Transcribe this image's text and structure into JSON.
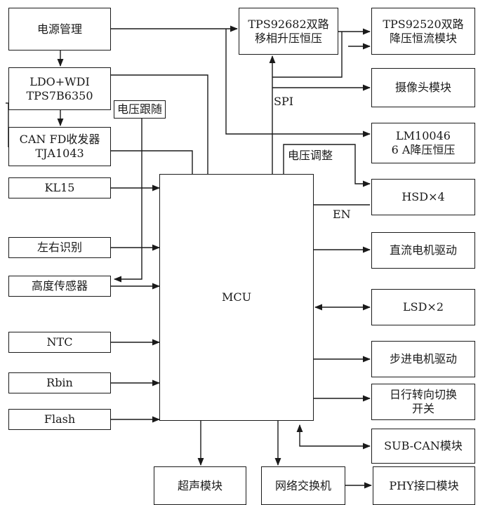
{
  "blocks": {
    "power": "电源管理",
    "ldo_line1": "LDO+WDI",
    "ldo_line2": "TPS7B6350",
    "canfd_line1": "CAN FD收发器",
    "canfd_line2": "TJA1043",
    "kl15": "KL15",
    "lr_ident": "左右识别",
    "height_sensor": "高度传感器",
    "ntc": "NTC",
    "rbin": "Rbin",
    "flash": "Flash",
    "mcu": "MCU",
    "ultrasonic": "超声模块",
    "net_switch": "网络交换机",
    "phy": "PHY接口模块",
    "tps92682_line1": "TPS92682双路",
    "tps92682_line2": "移相升压恒压",
    "tps92520_line1": "TPS92520双路",
    "tps92520_line2": "降压恒流模块",
    "camera": "摄像头模块",
    "lm10046_line1": "LM10046",
    "lm10046_line2": "6 A降压恒压",
    "hsd": "HSD×4",
    "dc_motor": "直流电机驱动",
    "lsd": "LSD×2",
    "stepper": "步进电机驱动",
    "drl_line1": "日行转向切换",
    "drl_line2": "开关",
    "subcan": "SUB-CAN模块"
  },
  "labels": {
    "voltage_follow": "电压跟随",
    "spi": "SPI",
    "voltage_adjust": "电压调整",
    "en": "EN"
  }
}
